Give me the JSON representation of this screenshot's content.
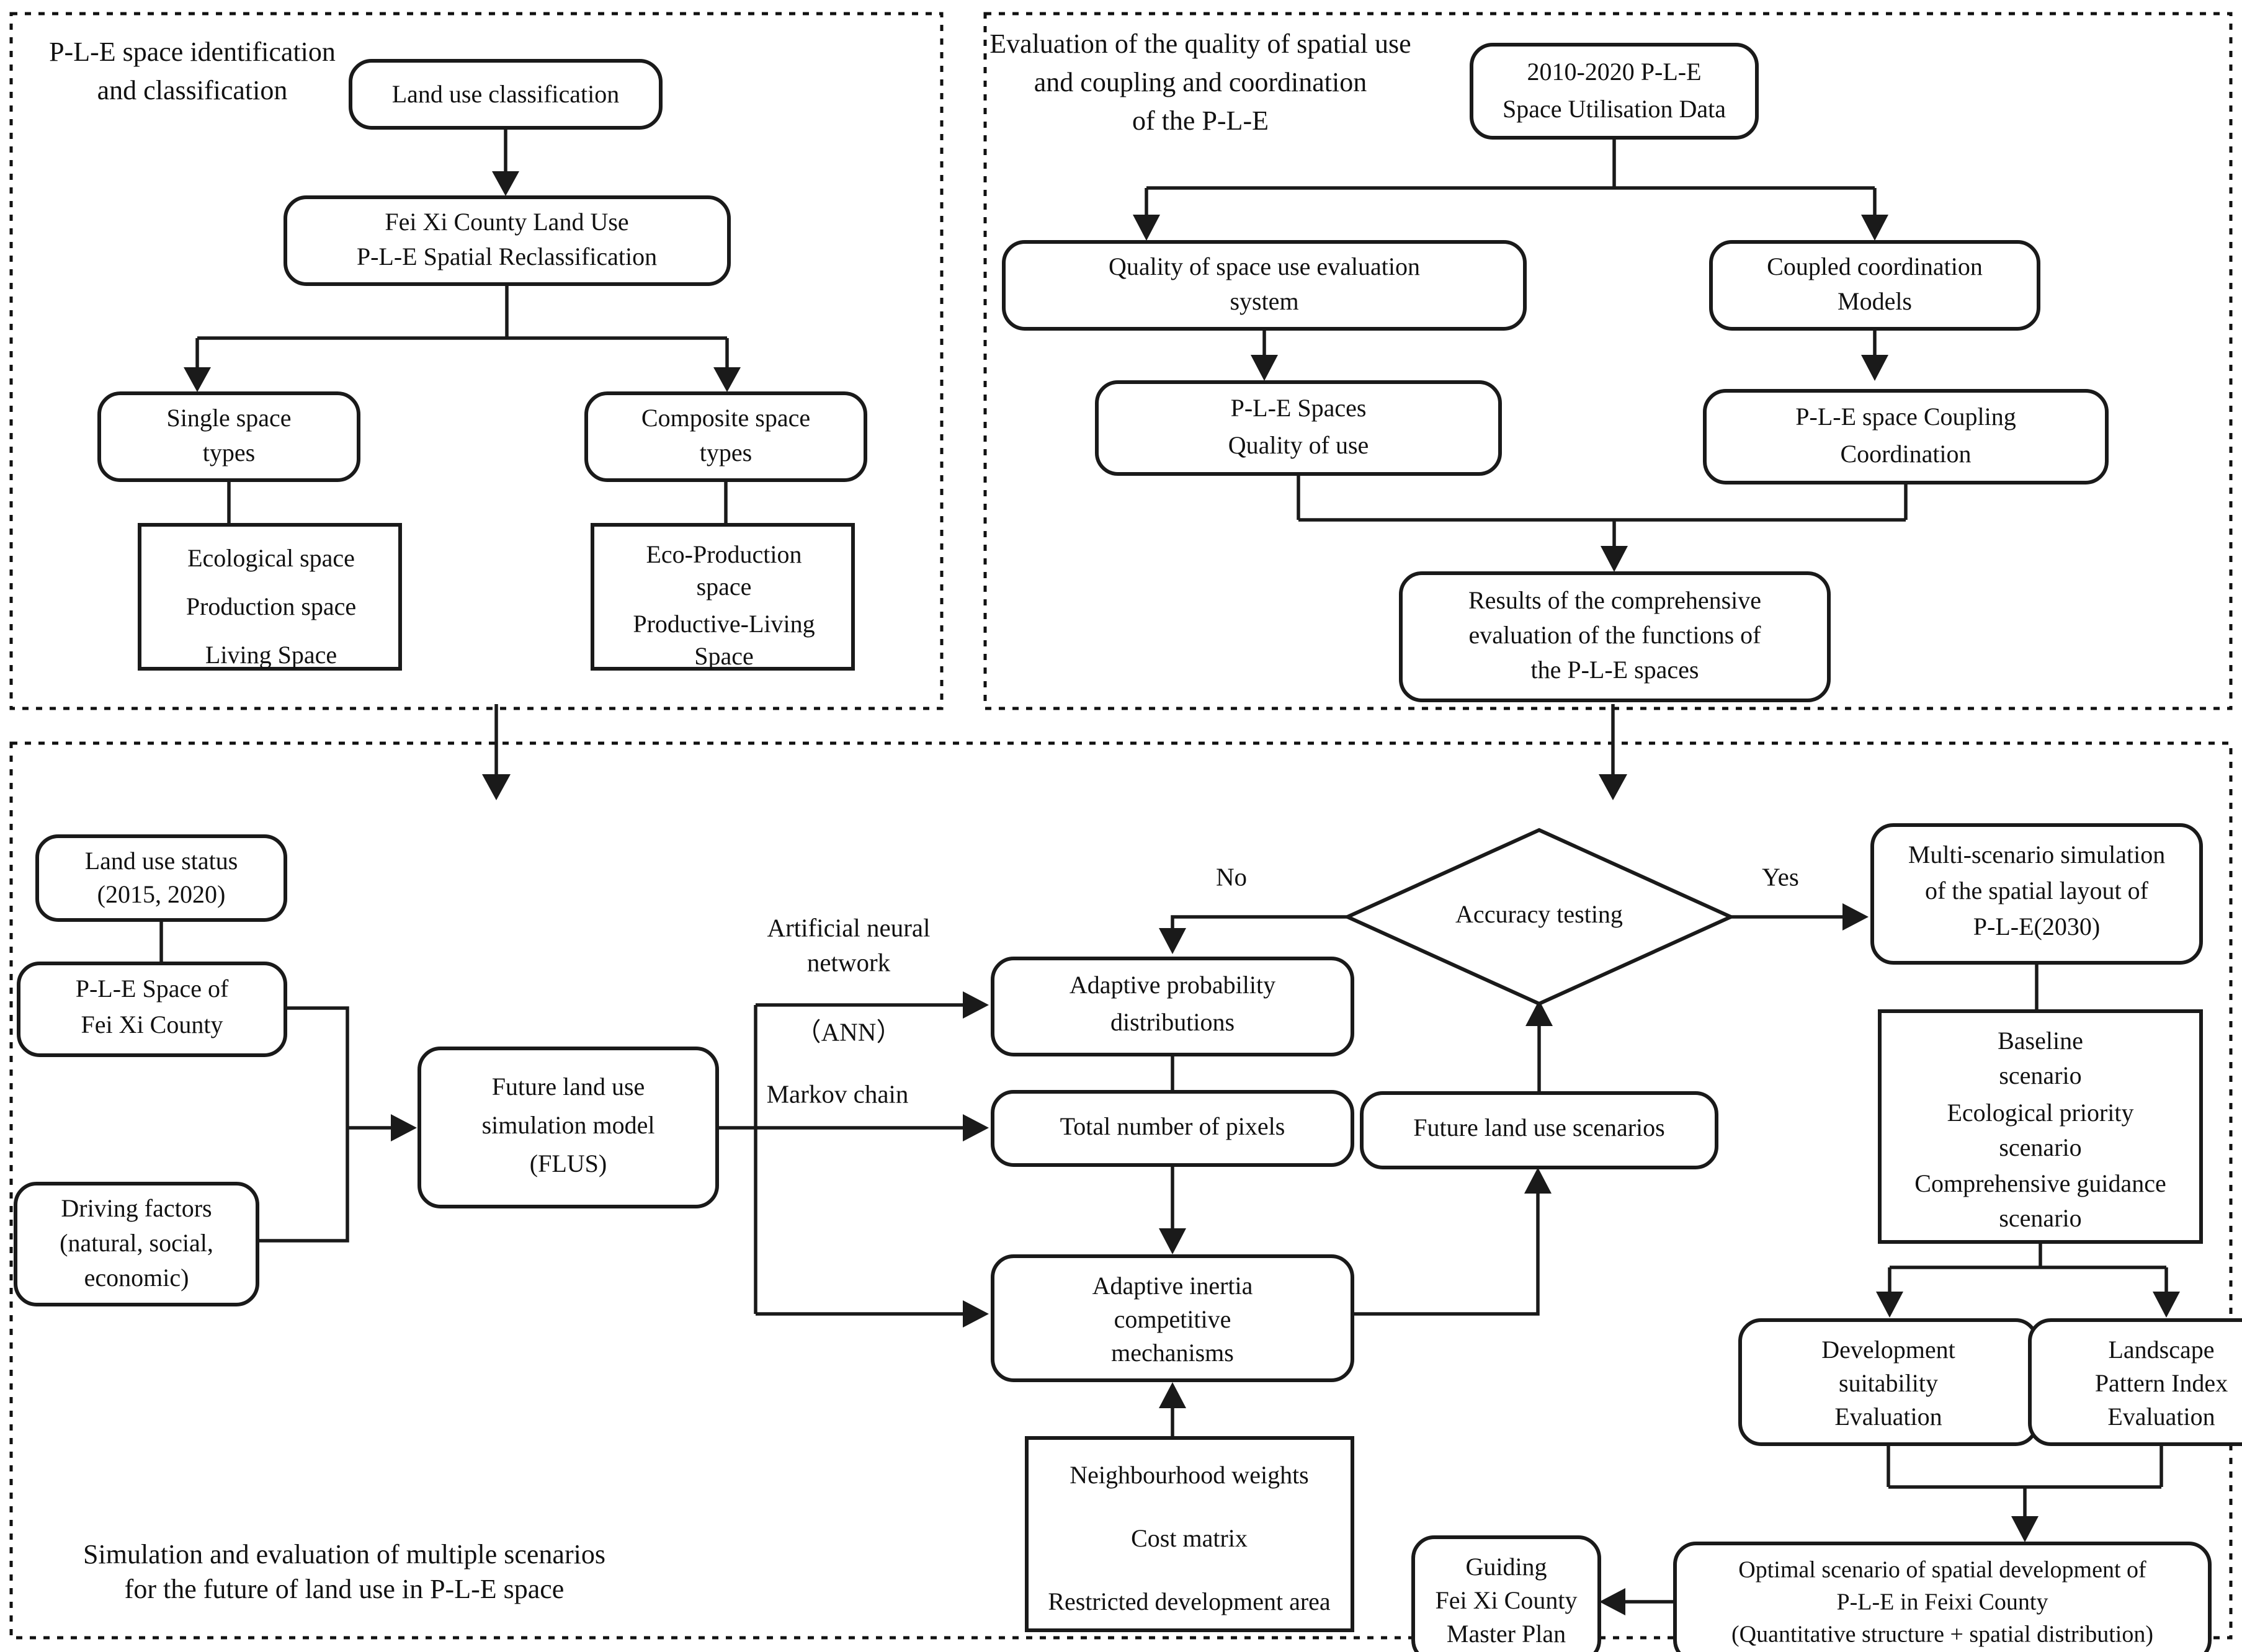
{
  "figure": {
    "type": "flowchart",
    "panels": [
      {
        "id": "panel-1",
        "title_line1": "P-L-E space identification",
        "title_line2": "and classification"
      },
      {
        "id": "panel-2",
        "title_line1": "Evaluation of the quality of spatial use",
        "title_line2": "and coupling and coordination",
        "title_line3": "of the P-L-E"
      },
      {
        "id": "panel-3",
        "caption_line1": "Simulation and evaluation of multiple scenarios",
        "caption_line2": "for the future of land use in P-L-E space"
      }
    ]
  },
  "panel1": {
    "nodes": {
      "land_use_classification": "Land use classification",
      "reclassification_l1": "Fei Xi County Land Use",
      "reclassification_l2": "P-L-E Spatial Reclassification",
      "single_space_l1": "Single space",
      "single_space_l2": "types",
      "composite_space_l1": "Composite space",
      "composite_space_l2": "types",
      "single_list_1": "Ecological space",
      "single_list_2": "Production space",
      "single_list_3": "Living Space",
      "composite_list_1": "Eco-Production",
      "composite_list_2": "space",
      "composite_list_3": "Productive-Living",
      "composite_list_4": "Space"
    }
  },
  "panel2": {
    "nodes": {
      "data_l1": "2010-2020 P-L-E",
      "data_l2": "Space Utilisation Data",
      "quality_system_l1": "Quality of space use evaluation",
      "quality_system_l2": "system",
      "coupled_models_l1": "Coupled coordination",
      "coupled_models_l2": "Models",
      "ple_quality_l1": "P-L-E Spaces",
      "ple_quality_l2": "Quality of use",
      "ple_coupling_l1": "P-L-E space Coupling",
      "ple_coupling_l2": "Coordination",
      "results_l1": "Results of the comprehensive",
      "results_l2": "evaluation of the functions of",
      "results_l3": "the P-L-E spaces"
    }
  },
  "panel3": {
    "nodes": {
      "land_use_status_l1": "Land use status",
      "land_use_status_l2": "(2015, 2020)",
      "ple_space_l1": "P-L-E Space of",
      "ple_space_l2": "Fei Xi County",
      "driving_factors_l1": "Driving factors",
      "driving_factors_l2": "(natural, social,",
      "driving_factors_l3": "economic)",
      "flus_l1": "Future land use",
      "flus_l2": "simulation model",
      "flus_l3": "(FLUS)",
      "adaptive_prob_l1": "Adaptive probability",
      "adaptive_prob_l2": "distributions",
      "total_pixels": "Total number of pixels",
      "adaptive_inertia_l1": "Adaptive inertia",
      "adaptive_inertia_l2": "competitive",
      "adaptive_inertia_l3": "mechanisms",
      "params_1": "Neighbourhood weights",
      "params_2": "Cost matrix",
      "params_3": "Restricted development area",
      "accuracy_testing": "Accuracy testing",
      "future_scenarios": "Future land use scenarios",
      "multi_scenario_l1": "Multi-scenario simulation",
      "multi_scenario_l2": "of the spatial layout of",
      "multi_scenario_l3": "P-L-E(2030)",
      "scenario_list_1": "Baseline",
      "scenario_list_2": "scenario",
      "scenario_list_3": "Ecological priority",
      "scenario_list_4": "scenario",
      "scenario_list_5": "Comprehensive guidance",
      "scenario_list_6": "scenario",
      "dev_suitability_l1": "Development",
      "dev_suitability_l2": "suitability",
      "dev_suitability_l3": "Evaluation",
      "landscape_index_l1": "Landscape",
      "landscape_index_l2": "Pattern Index",
      "landscape_index_l3": "Evaluation",
      "optimal_l1": "Optimal scenario of spatial development of",
      "optimal_l2": "P-L-E in Feixi County",
      "optimal_l3": "(Quantitative structure + spatial distribution)",
      "guiding_l1": "Guiding",
      "guiding_l2": "Fei Xi County",
      "guiding_l3": "Master Plan"
    },
    "edge_labels": {
      "ann_l1": "Artificial neural",
      "ann_l2": "network",
      "ann_l3": "（ANN）",
      "markov": "Markov chain",
      "no": "No",
      "yes": "Yes"
    }
  },
  "colors": {
    "stroke": "#1a1a1a",
    "panel_dash": "#111111",
    "background": "#ffffff",
    "text": "#111111"
  }
}
